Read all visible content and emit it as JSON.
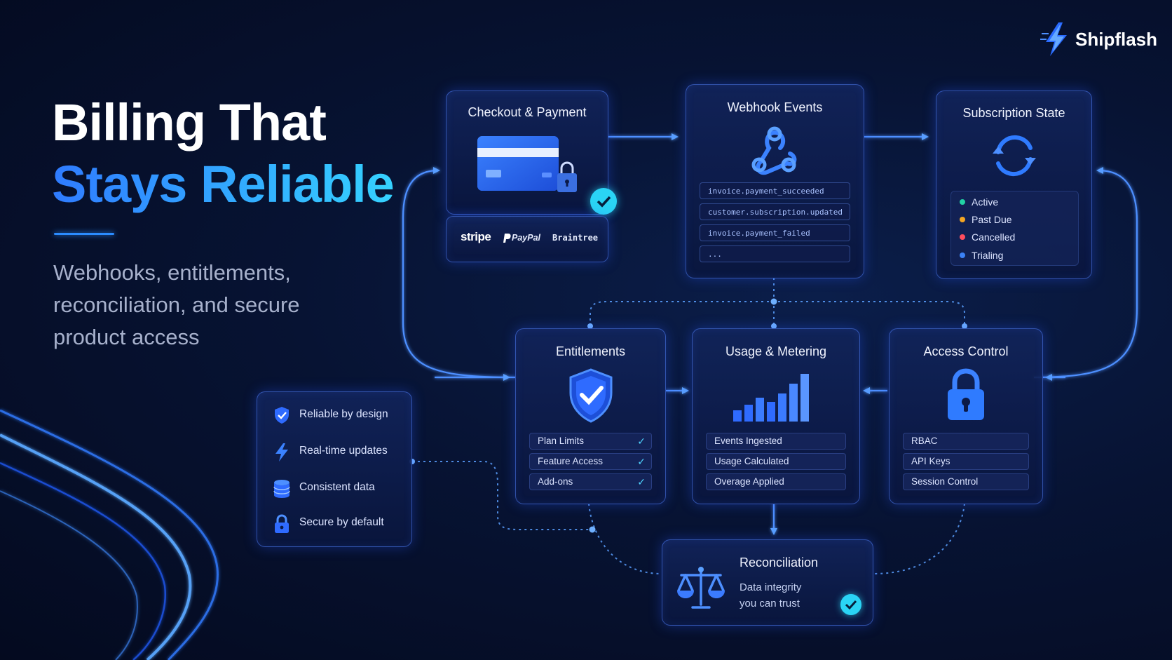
{
  "brand": {
    "name": "Shipflash"
  },
  "hero": {
    "title_line1": "Billing That",
    "title_line2": "Stays Reliable",
    "subtitle_lines": [
      "Webhooks, entitlements,",
      "reconciliation, and secure",
      "product access"
    ]
  },
  "features": [
    {
      "label": "Reliable by design",
      "icon": "shield-check-icon"
    },
    {
      "label": "Real-time updates",
      "icon": "lightning-icon"
    },
    {
      "label": "Consistent data",
      "icon": "database-icon"
    },
    {
      "label": "Secure by default",
      "icon": "lock-icon"
    }
  ],
  "checkout": {
    "title": "Checkout & Payment",
    "providers": [
      "stripe",
      "PayPal",
      "Braintree"
    ]
  },
  "webhooks": {
    "title": "Webhook Events",
    "events": [
      "invoice.payment_succeeded",
      "customer.subscription.updated",
      "invoice.payment_failed",
      "..."
    ]
  },
  "subscription": {
    "title": "Subscription State",
    "states": [
      {
        "label": "Active",
        "color": "#22d3a5"
      },
      {
        "label": "Past Due",
        "color": "#f5a623"
      },
      {
        "label": "Cancelled",
        "color": "#ff4d5e"
      },
      {
        "label": "Trialing",
        "color": "#3b82f6"
      }
    ]
  },
  "entitlements": {
    "title": "Entitlements",
    "items": [
      "Plan Limits",
      "Feature Access",
      "Add-ons"
    ]
  },
  "usage": {
    "title": "Usage & Metering",
    "items": [
      "Events Ingested",
      "Usage Calculated",
      "Overage Applied"
    ]
  },
  "access": {
    "title": "Access Control",
    "items": [
      "RBAC",
      "API Keys",
      "Session Control"
    ]
  },
  "reconciliation": {
    "title": "Reconciliation",
    "desc_line1": "Data integrity",
    "desc_line2": "you can trust"
  },
  "colors": {
    "accent": "#2b8cff",
    "cyan": "#35d2ff",
    "check": "#2ad4f5"
  }
}
